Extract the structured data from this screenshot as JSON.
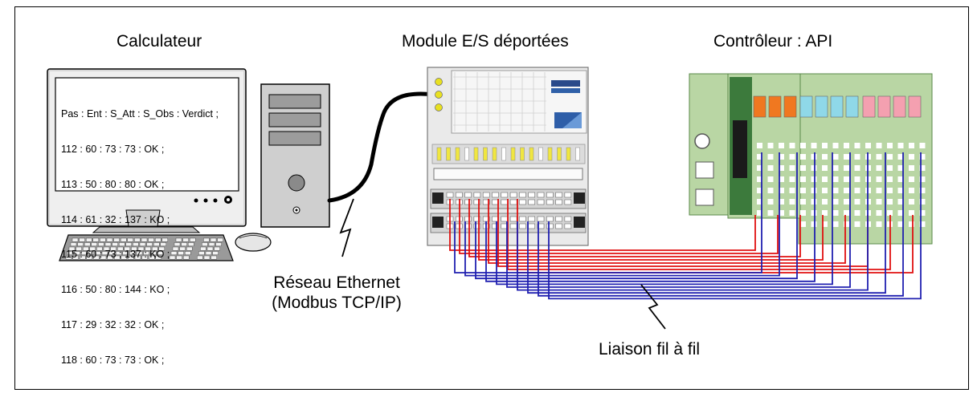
{
  "titles": {
    "computer": "Calculateur",
    "module": "Module E/S déportées",
    "controller": "Contrôleur : API"
  },
  "screen_lines": [
    "Pas : Ent : S_Att : S_Obs : Verdict ;",
    "112 : 60 : 73 : 73 : OK ;",
    "113 : 50 : 80 : 80 : OK ;",
    "114 : 61 : 32 : 137 : KO ;",
    "115 : 60 : 73 : 137 : KO ;",
    "116 : 50 : 80 : 144 : KO ;",
    "117 : 29 : 32 : 32 : OK ;",
    "118 : 60 : 73 : 73 : OK ;"
  ],
  "annotations": {
    "network_line1": "Réseau Ethernet",
    "network_line2": "(Modbus TCP/IP)",
    "wiring": "Liaison fil à fil"
  },
  "colors": {
    "red_wire": "#e01010",
    "blue_wire": "#2020b0",
    "plc_green": "#b9d6a4",
    "plc_dark_green": "#3c7a3c",
    "module_gray": "#eaeaea"
  }
}
